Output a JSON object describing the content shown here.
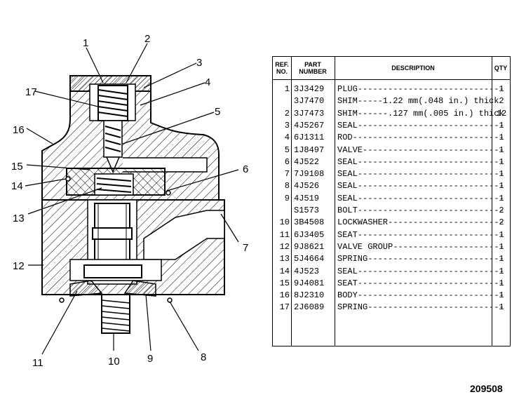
{
  "table": {
    "headers": {
      "ref": "REF. NO.",
      "part": "PART NUMBER",
      "desc": "DESCRIPTION",
      "qty": "QTY"
    },
    "rows": [
      {
        "ref": "1",
        "part": "3J3429",
        "desc": "PLUG-----------------------------",
        "qty": "1"
      },
      {
        "ref": "",
        "part": "3J7470",
        "desc": "SHIM-----1.22 mm(.048 in.) thick",
        "qty": "2"
      },
      {
        "ref": "2",
        "part": "3J7473",
        "desc": "SHIM------.127 mm(.005 in.) thick",
        "qty": "12"
      },
      {
        "ref": "3",
        "part": "4J5267",
        "desc": "SEAL-----------------------------",
        "qty": "1"
      },
      {
        "ref": "4",
        "part": "6J1311",
        "desc": "ROD------------------------------",
        "qty": "1"
      },
      {
        "ref": "5",
        "part": "1J8497",
        "desc": "VALVE----------------------------",
        "qty": "1"
      },
      {
        "ref": "6",
        "part": "4J522",
        "desc": "SEAL-----------------------------",
        "qty": "1"
      },
      {
        "ref": "7",
        "part": "7J9108",
        "desc": "SEAL-----------------------------",
        "qty": "1"
      },
      {
        "ref": "8",
        "part": "4J526",
        "desc": "SEAL-----------------------------",
        "qty": "1"
      },
      {
        "ref": "9",
        "part": "4J519",
        "desc": "SEAL-----------------------------",
        "qty": "1"
      },
      {
        "ref": "",
        "part": "S1573",
        "desc": "BOLT-----------------------------",
        "qty": "2"
      },
      {
        "ref": "10",
        "part": "3B4508",
        "desc": "LOCKWASHER-----------------------",
        "qty": "2"
      },
      {
        "ref": "11",
        "part": "6J3405",
        "desc": "SEAT-----------------------------",
        "qty": "1"
      },
      {
        "ref": "12",
        "part": "9J8621",
        "desc": "VALVE GROUP----------------------",
        "qty": "1"
      },
      {
        "ref": "13",
        "part": "5J4664",
        "desc": "SPRING---------------------------",
        "qty": "1"
      },
      {
        "ref": "14",
        "part": "4J523",
        "desc": "SEAL-----------------------------",
        "qty": "1"
      },
      {
        "ref": "15",
        "part": "9J4081",
        "desc": "SEAT-----------------------------",
        "qty": "1"
      },
      {
        "ref": "16",
        "part": "8J2310",
        "desc": "BODY-----------------------------",
        "qty": "1"
      },
      {
        "ref": "17",
        "part": "2J6089",
        "desc": "SPRING---------------------------",
        "qty": "1"
      }
    ]
  },
  "callouts": [
    "1",
    "2",
    "3",
    "4",
    "5",
    "6",
    "7",
    "8",
    "9",
    "10",
    "11",
    "12",
    "13",
    "14",
    "15",
    "16",
    "17"
  ],
  "figure_number": "209508"
}
